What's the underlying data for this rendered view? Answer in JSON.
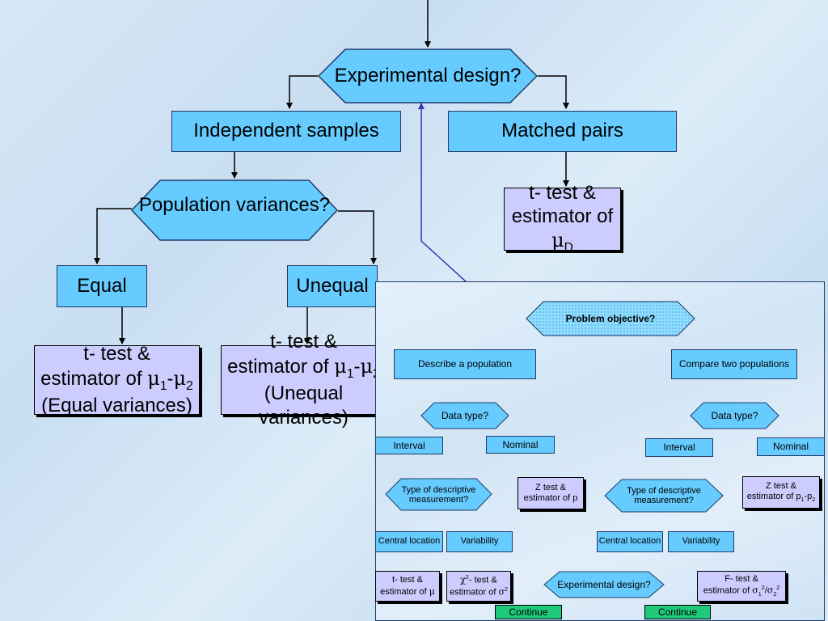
{
  "top": {
    "experimental_design": "Experimental design?",
    "independent_samples": "Independent samples",
    "matched_pairs": "Matched pairs",
    "population_variances": "Population variances?",
    "equal": "Equal",
    "unequal": "Unequal",
    "mtd_line1": "t- test &",
    "mtd_line2": "estimator of ",
    "mtd_greek": "μ",
    "mtd_sub": "D",
    "eq_line1": "t- test &",
    "eq_line2": "estimator of ",
    "eq_greek": "μ",
    "eq_sub1": "1",
    "eq_dash": "-",
    "eq_sub2": "2",
    "eq_line3": "(Equal variances)",
    "uneq_line1": "t- test &",
    "uneq_line2": "estimator of ",
    "uneq_greek": "μ",
    "uneq_sub1": "1",
    "uneq_dash": "-",
    "uneq_sub2": "2",
    "uneq_line3": "(Unequal variances)"
  },
  "panel": {
    "problem_objective": "Problem objective?",
    "describe_population": "Describe a population",
    "compare_two": "Compare two populations",
    "data_type_left": "Data  type?",
    "data_type_right": "Data  type?",
    "interval_left": "Interval",
    "nominal_left": "Nominal",
    "interval_right": "Interval",
    "nominal_right": "Nominal",
    "z_left_1": "Z test &",
    "z_left_2": "estimator of p",
    "z_right_1": "Z test &",
    "z_right_2a": "estimator of p",
    "z_right_sub1": "1",
    "z_right_dash": "-p",
    "z_right_sub2": "2",
    "tdm_left_1": "Type of descriptive",
    "tdm_left_2": "measurement?",
    "tdm_right_1": "Type of descriptive",
    "tdm_right_2": "measurement?",
    "central_left": "Central location",
    "variability_left": "Variability",
    "central_right": "Central location",
    "variability_right": "Variability",
    "t_mu_1": "t- test &",
    "t_mu_2": "estimator of ",
    "t_mu_greek": "μ",
    "chi_1a": "χ",
    "chi_sup": "2",
    "chi_1b": "- test &",
    "chi_2": "estimator of ",
    "chi_greek": "σ",
    "chi_sup2": "2",
    "f_1": "F- test &",
    "f_2": "estimator of ",
    "f_g1": "σ",
    "f_sub1": "1",
    "f_sup1": "2",
    "f_slash": "/",
    "f_g2": "σ",
    "f_sub2": "2",
    "f_sup2": "2",
    "experimental_design_small": "Experimental design?",
    "continue_left": "Continue",
    "continue_right": "Continue"
  },
  "colors": {
    "box_blue": "#66ccff",
    "box_lavender": "#ccccff",
    "continue_green": "#1fc97a",
    "link_line": "#3333bb"
  }
}
